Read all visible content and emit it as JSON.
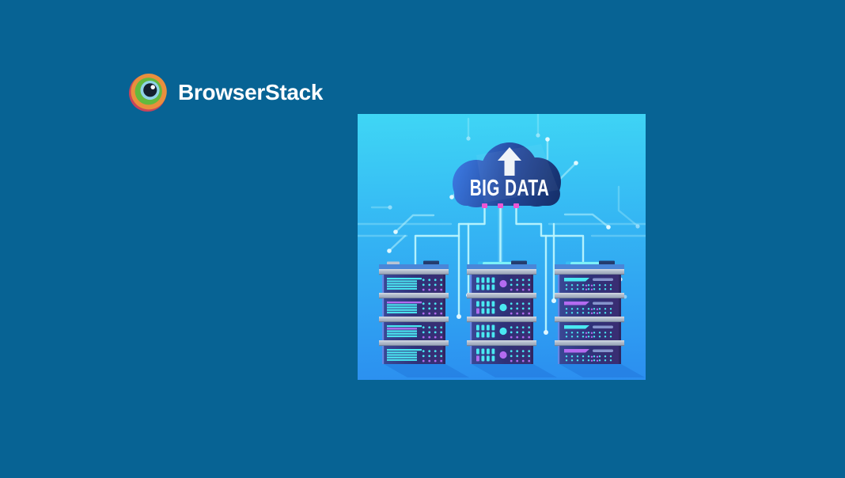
{
  "page": {
    "background_color": "#076394"
  },
  "brand": {
    "name": "BrowserStack",
    "logo_icon": "browserstack-eye-icon"
  },
  "illustration": {
    "cloud_label": "BIG DATA",
    "alt": "Dark blue cloud with an upload arrow, connected by glowing cyan circuit traces to three stacked database server towers",
    "towers": [
      {
        "name": "server-tower-left",
        "units": 4
      },
      {
        "name": "server-tower-middle",
        "units": 4
      },
      {
        "name": "server-tower-right",
        "units": 4
      }
    ],
    "colors": {
      "canvas_top": "#3fd6f5",
      "canvas_bottom": "#2b8ef0",
      "cloud_start": "#3a76dd",
      "cloud_end": "#16316d",
      "accent_cyan": "#4ae9f2",
      "accent_purple": "#b36bf0",
      "trace": "#b9f4fd",
      "connector_magenta": "#ee55d3",
      "server_body": "#2f3178",
      "rack_cap": "#aeb8c9"
    }
  }
}
